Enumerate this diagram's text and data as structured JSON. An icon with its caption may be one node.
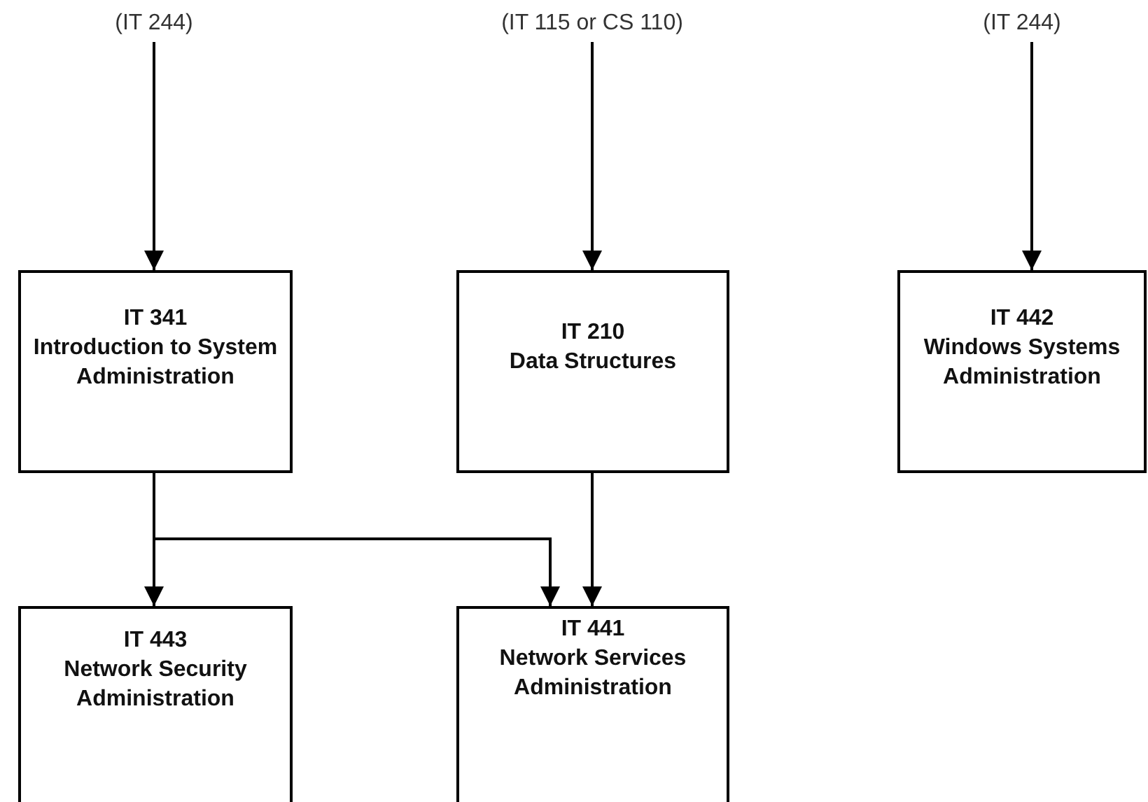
{
  "diagram": {
    "nodes": [
      {
        "text": [
          "(IT 244)"
        ]
      },
      {
        "text": [
          "(IT 115 or CS 110)"
        ]
      },
      {
        "text": [
          "(IT 244)"
        ]
      },
      {
        "text": [
          "IT 341",
          "Introduction to System Administration"
        ]
      },
      {
        "text": [
          "IT 210",
          "Data Structures"
        ]
      },
      {
        "text": [
          "IT 442",
          "Windows Systems Administration"
        ]
      },
      {
        "text": [
          "IT 443",
          "Network Security Administration"
        ]
      },
      {
        "text": [
          "IT 441",
          "Network Services Administration"
        ]
      }
    ],
    "edges": [
      {
        "from": 0,
        "to": 3,
        "arrow": "to"
      },
      {
        "from": 1,
        "to": 4,
        "arrow": "to"
      },
      {
        "from": 2,
        "to": 5,
        "arrow": "to"
      },
      {
        "from": 3,
        "to": 6,
        "arrow": "to"
      },
      {
        "from": 3,
        "to": 7,
        "arrow": "to"
      },
      {
        "from": 4,
        "to": 7,
        "arrow": "to"
      }
    ]
  }
}
